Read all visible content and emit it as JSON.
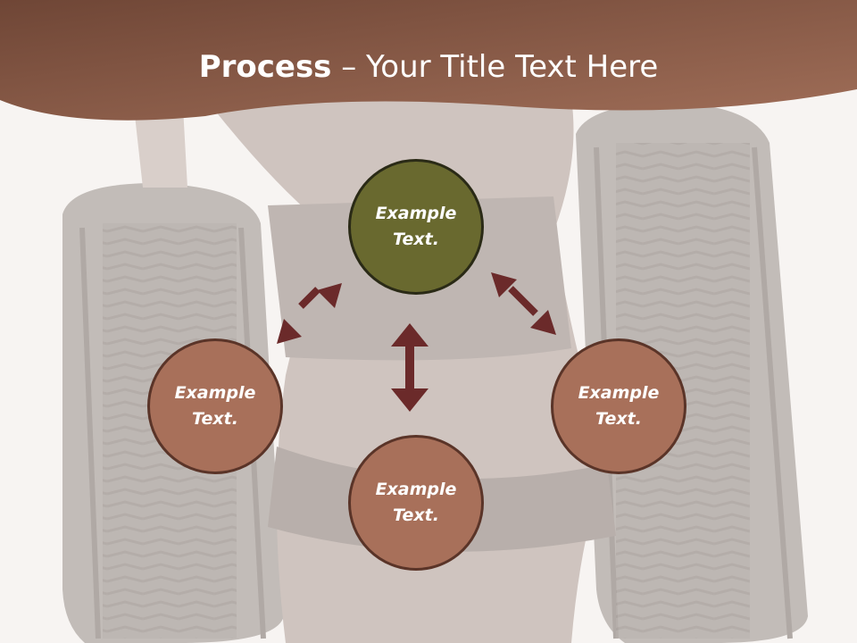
{
  "title": {
    "bold": "Process",
    "rest": " – Your Title Text Here"
  },
  "nodes": {
    "top": {
      "line1": "Example",
      "line2": "Text."
    },
    "left": {
      "line1": "Example",
      "line2": "Text."
    },
    "right": {
      "line1": "Example",
      "line2": "Text."
    },
    "bottom": {
      "line1": "Example",
      "line2": "Text."
    }
  },
  "colors": {
    "header_band": "#8a5a46",
    "center_node": "#69692f",
    "outer_node": "#a8705a",
    "arrow": "#6b2a2a"
  }
}
